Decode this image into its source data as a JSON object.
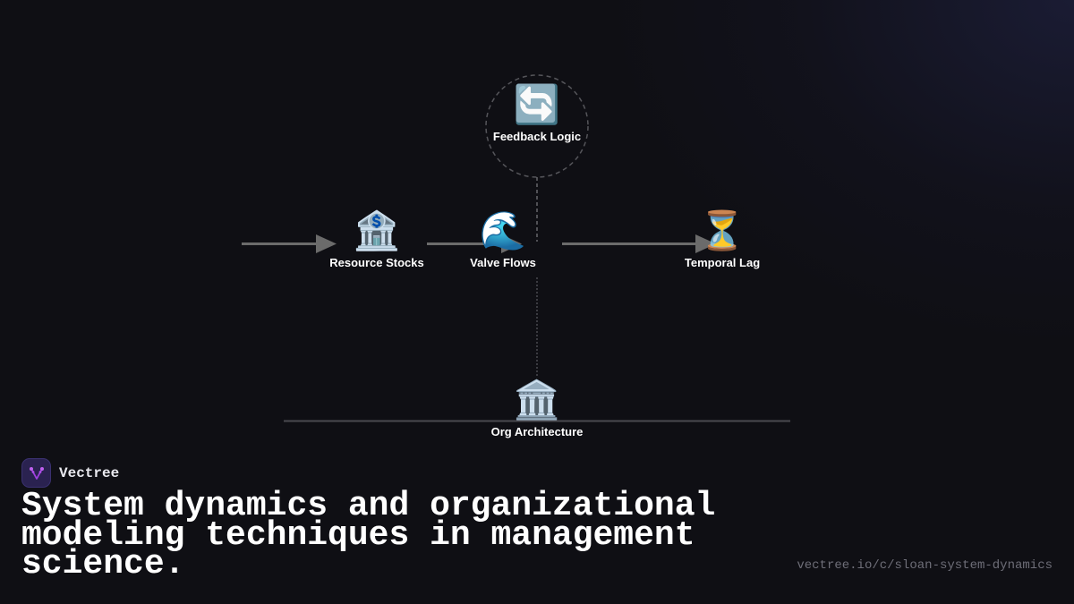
{
  "diagram": {
    "nodes": [
      {
        "id": "feedback",
        "label": "Feedback Logic",
        "icon": "counterclockwise-arrows-icon",
        "glyph": "🔄"
      },
      {
        "id": "stocks",
        "label": "Resource Stocks",
        "icon": "bank-icon",
        "glyph": "🏦"
      },
      {
        "id": "flows",
        "label": "Valve Flows",
        "icon": "water-wave-icon",
        "glyph": "🌊"
      },
      {
        "id": "lag",
        "label": "Temporal Lag",
        "icon": "hourglass-icon",
        "glyph": "⏳"
      },
      {
        "id": "org",
        "label": "Org Architecture",
        "icon": "classical-building-icon",
        "glyph": "🏛️"
      }
    ],
    "edges": [
      {
        "from": "input",
        "to": "stocks",
        "style": "solid-arrow"
      },
      {
        "from": "stocks",
        "to": "flows",
        "style": "solid-arrow"
      },
      {
        "from": "flows",
        "to": "lag",
        "style": "solid-arrow"
      },
      {
        "from": "feedback",
        "to": "flows",
        "style": "dashed"
      },
      {
        "from": "flows",
        "to": "org",
        "style": "dotted"
      }
    ],
    "colors": {
      "arrow": "#6b6b6b",
      "dashed": "#5a5a5f",
      "baseline": "#4a4a4f",
      "background": "#0f0f14"
    }
  },
  "brand": {
    "name": "Vectree",
    "logo_icon": "vectree-logo-icon",
    "accent": "#a040e0"
  },
  "title": "System dynamics and organizational modeling techniques in management science.",
  "url": "vectree.io/c/sloan-system-dynamics"
}
